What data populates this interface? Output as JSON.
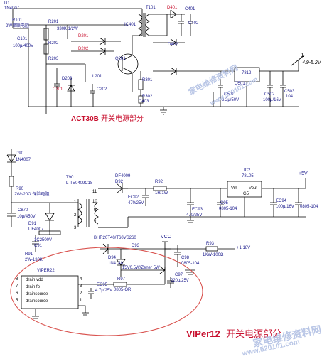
{
  "top": {
    "labels": {
      "d1": "D1",
      "d1b": "1N4007",
      "r101": "R101",
      "r101v": "2W串联电阻",
      "c101": "C101",
      "c101v": "100μ/400V",
      "r201": "R201",
      "r201v": "330K 1/2W",
      "r202": "R202",
      "r203": "R203",
      "d201": "D201",
      "d202": "D202",
      "d203": "D203",
      "c201": "C201",
      "c202": "C202",
      "q201": "Q201",
      "d401": "D401",
      "d402": "D402",
      "t101": "T101",
      "ic401": "IC401",
      "l201": "L201",
      "c401": "C401",
      "c402": "C402",
      "c403": "C403",
      "r301": "R301",
      "r302": "R302",
      "ic501": "7812",
      "q501": "Q501",
      "c501": "C501",
      "c501v": "2.2μ/50V",
      "c502": "C502",
      "c502v": "100μ/16V",
      "c503": "C503",
      "c503v": "104",
      "out1": "1",
      "out2": "4.9-5.2V",
      "title": "ACT30B",
      "title_cn": "开关电源部分"
    }
  },
  "bottom": {
    "labels": {
      "d90": "D90",
      "d90v": "1N4007",
      "r90": "R90",
      "r90v": "2W~20Ω 保险电阻",
      "c870": "C870",
      "c870v": "10μ/450V",
      "d91": "D91",
      "d91v": "UF4007",
      "c91": "1C2500V",
      "c91b": "C91",
      "r91": "R91",
      "r91v": "2W-130K",
      "t90": "T90",
      "t90v": "L-TE0409C18",
      "ic90": "VIPER22",
      "d92": "DF4009",
      "d92b": "D92",
      "c92": "EC92",
      "c92v": "470/25V",
      "r92": "R92",
      "r92v": "1R/1W",
      "c93": "EC93",
      "c93v": "470/25V",
      "ic2": "IC2",
      "ic2v": "78L05",
      "vin": "Vin",
      "vout": "Vout",
      "gnd": "G5",
      "c94": "EC94",
      "c94v": "100μ/16V",
      "c95": "C95",
      "c95v": "0805-104",
      "c96": "0805-104",
      "plus5v": "+5V",
      "d93": "BHR20T40/T60VS260",
      "d93b": "D93",
      "d94": "D94",
      "d94v": "1N4148",
      "vcc": "VCC",
      "r93": "R93",
      "r93v": "1KW-100Ω",
      "v118": "+1.18V",
      "zd": "15V0.5W/Zener 5W",
      "r97": "R97",
      "r97v": "0805-OR",
      "ec95": "EC95",
      "ec95v": "4.7μ/25V",
      "c97": "C97",
      "c97v": "220μ/25V",
      "c98": "C98",
      "c98v": "0805-104",
      "pin8": "8",
      "pin7": "7",
      "pin6": "6",
      "pin5": "5",
      "pin1": "1",
      "pin2": "2",
      "pin3": "3",
      "pin4": "4",
      "pin9": "9",
      "pin10": "10",
      "pin11": "11",
      "ic_row1": "drain  vdd",
      "ic_row2": "drain   fb",
      "ic_row3": "drainsource",
      "ic_row4": "drainsource",
      "title": "VIPer12",
      "title_cn": "开关电源部分"
    }
  },
  "watermarks": {
    "w1": "家电维修资料网",
    "w2": "www.520101.com",
    "w3": "家电维修资料网",
    "w4": "www.520101.com"
  },
  "colors": {
    "ink": "#1a1a8c",
    "wire": "#000000",
    "accent_red": "#c8102e",
    "ellipse": "#d9534f",
    "wm": "#b9c6e6"
  }
}
